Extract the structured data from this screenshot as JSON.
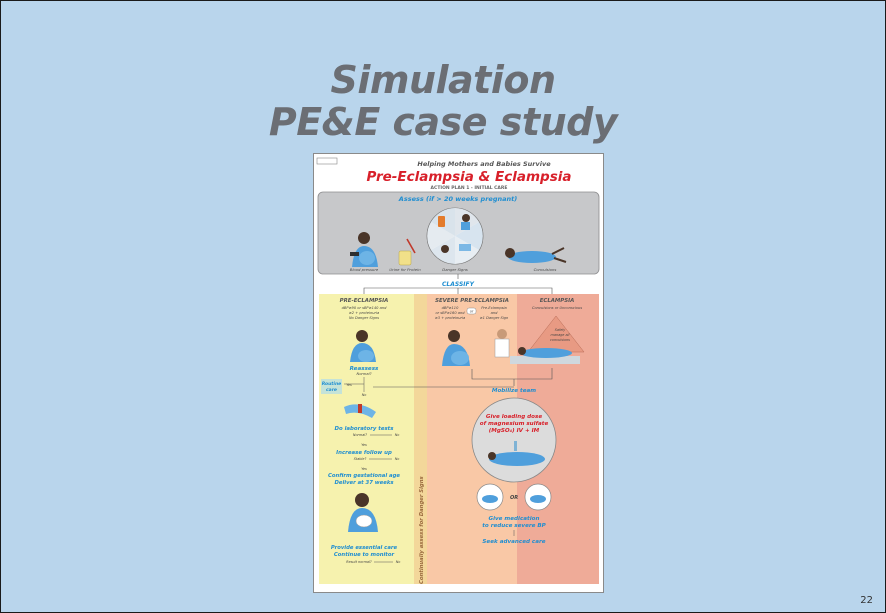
{
  "slide": {
    "title_line1": "Simulation",
    "title_line2": "PE&E case study",
    "page_number": "22"
  },
  "poster": {
    "org": "Helping Mothers and Babies Survive",
    "title": "Pre-Eclampsia & Eclampsia",
    "subtitle": "ACTION PLAN 1 - INITIAL CARE",
    "assess": "Assess (if > 20 weeks pregnant)",
    "assess_captions": [
      "Blood pressure",
      "Urine for Protein",
      "Danger Signs",
      "Convulsions"
    ],
    "classify": "CLASSIFY",
    "columns": {
      "pe": {
        "heading": "PRE-ECLAMPSIA",
        "criteria": [
          "dBP≥90 or sBP≥140 and",
          "≥2 + proteinuria",
          "No Danger Signs"
        ]
      },
      "spe": {
        "heading": "SEVERE PRE-ECLAMPSIA",
        "criteria_left": [
          "dBP≥110",
          "or sBP≥160 and",
          "≥3 + proteinuria"
        ],
        "or": "or",
        "criteria_right": [
          "Pre-Eclampsia",
          "and",
          "≥1 Danger Sign"
        ]
      },
      "ecl": {
        "heading": "ECLAMPSIA",
        "criteria": [
          "Convulsions or Unconscious"
        ],
        "note": [
          "Safely",
          "manage all",
          "convulsions"
        ]
      }
    },
    "side_label": "Continually assess for Danger Signs",
    "pe_flow": {
      "reassess": "Reassess",
      "normal_q": "Normal?",
      "routine": [
        "Routine",
        "care"
      ],
      "yes": "Yes",
      "no": "No",
      "lab": "Do laboratory tests",
      "normal_q2": "Normal?",
      "increase": "Increase follow up",
      "stable_q": "Stable?",
      "confirm": [
        "Confirm gestational age",
        "Deliver at 37 weeks"
      ],
      "provide": [
        "Provide essential care",
        "Continue to monitor"
      ],
      "result_q": "Result normal?"
    },
    "right_flow": {
      "mobilize": "Mobilize team",
      "loading": [
        "Give loading dose",
        "of magnesium sulfate",
        "(MgSO₄) IV + IM"
      ],
      "or": "OR",
      "medication": [
        "Give medication",
        "to reduce severe BP"
      ],
      "seek": "Seek advanced care"
    }
  },
  "colors": {
    "background": "#b9d5ec",
    "title": "#6b6e74",
    "poster_red": "#d8202a",
    "poster_blue": "#1f8ed1",
    "column_pe": "#f6f2ae",
    "column_spe": "#f9c8a6",
    "column_ecl": "#efab98"
  }
}
